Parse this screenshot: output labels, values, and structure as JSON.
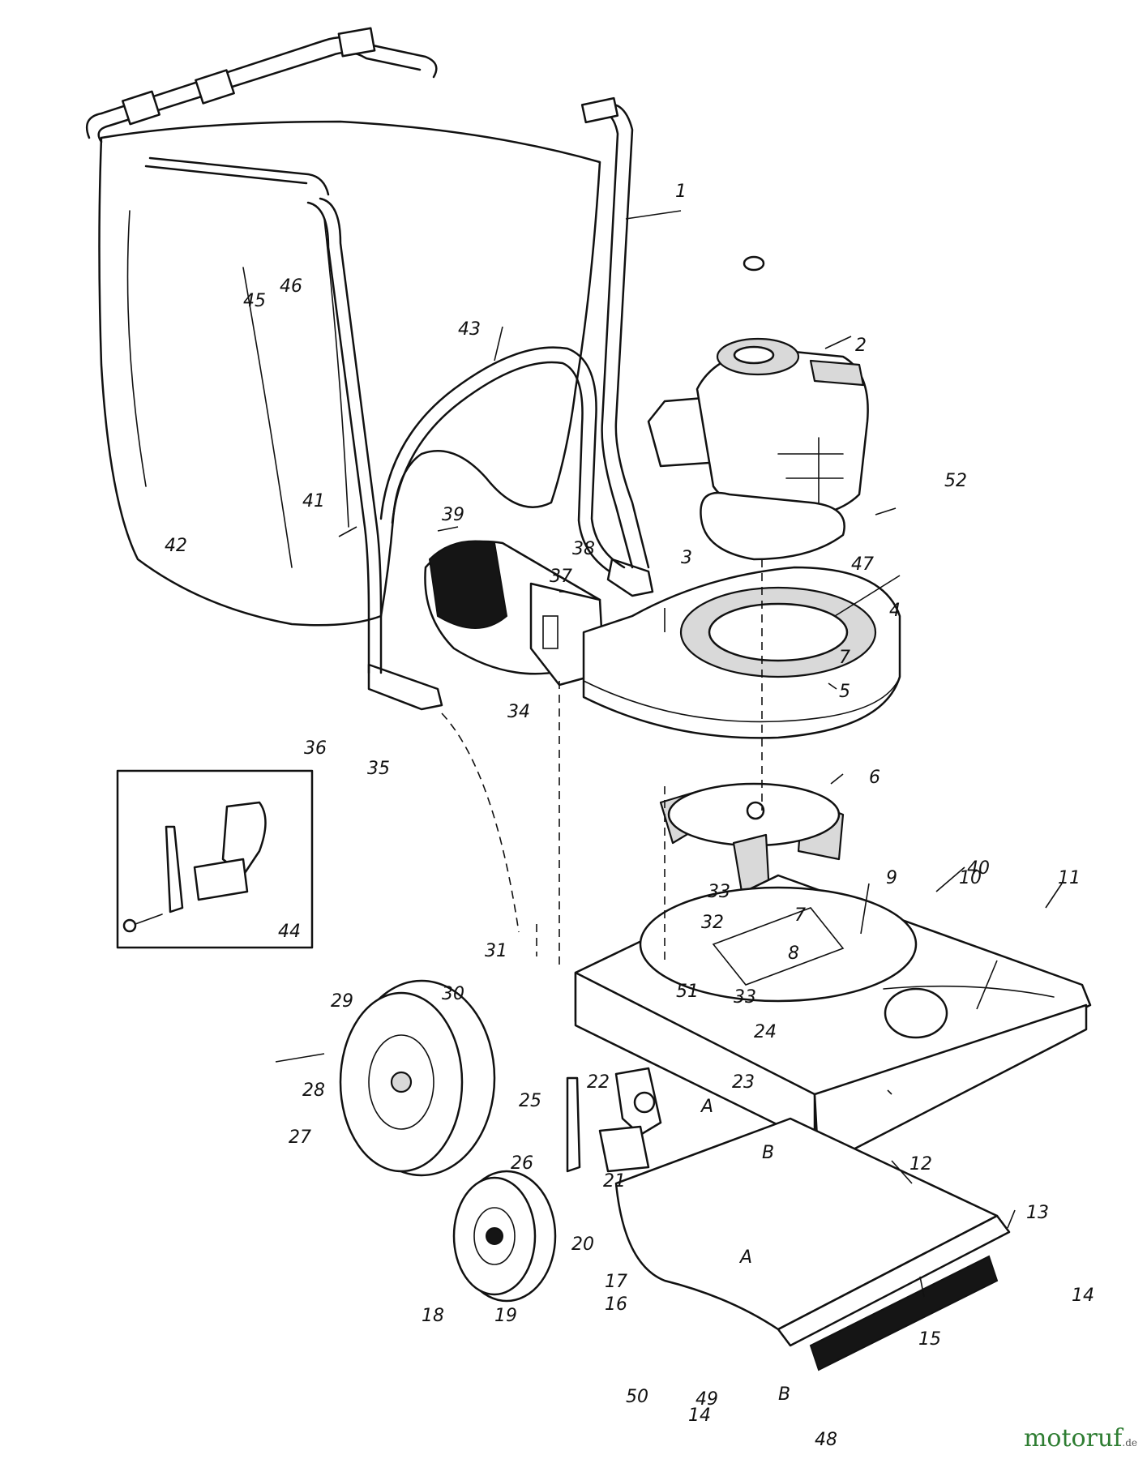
{
  "diagram": {
    "part_numbers": [
      "1",
      "2",
      "3",
      "4",
      "5",
      "6",
      "7",
      "7",
      "8",
      "9",
      "10",
      "11",
      "12",
      "13",
      "14",
      "14",
      "15",
      "16",
      "17",
      "18",
      "19",
      "20",
      "21",
      "22",
      "23",
      "24",
      "25",
      "26",
      "27",
      "28",
      "29",
      "30",
      "31",
      "32",
      "33",
      "33",
      "34",
      "35",
      "36",
      "37",
      "38",
      "39",
      "40",
      "41",
      "42",
      "43",
      "44",
      "45",
      "46",
      "47",
      "48",
      "49",
      "50",
      "51",
      "52"
    ],
    "assembly_markers": [
      "A",
      "A",
      "B",
      "B"
    ],
    "detail_callout": "44"
  },
  "watermark": {
    "brand": "motoruf",
    "suffix": ".de"
  },
  "colors": {
    "ink": "#111111",
    "paper": "#ffffff",
    "watermark": "#2e7d32"
  }
}
